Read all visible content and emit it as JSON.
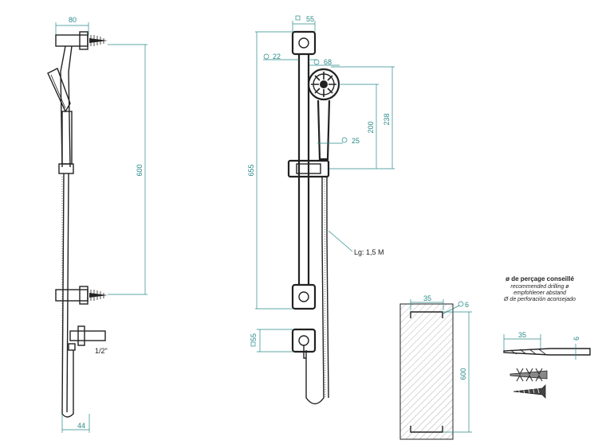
{
  "dimensions": {
    "side_width": "80",
    "side_height": "600",
    "side_bottom": "44",
    "side_pipe": "1/2\"",
    "front_square_top": "55",
    "front_rod_dia": "22",
    "front_head_dia": "68",
    "front_handle_dia": "25",
    "front_200": "200",
    "front_238": "238",
    "front_655": "655",
    "front_hose": "Lg: 1,5 M",
    "front_square_bottom": "55",
    "drill_box_width": "35",
    "drill_box_dia": "6",
    "drill_box_height": "600",
    "drill_bit_len": "35",
    "drill_bit_dia": "6"
  },
  "drilling_note": {
    "title": "ø de perçage conseillé",
    "en": "recommended drilling ø",
    "de": "empfohlener abstand",
    "es": "Ø de perforación aconsejado"
  },
  "colors": {
    "dimension": "#2a8a8a",
    "line": "#222222"
  }
}
